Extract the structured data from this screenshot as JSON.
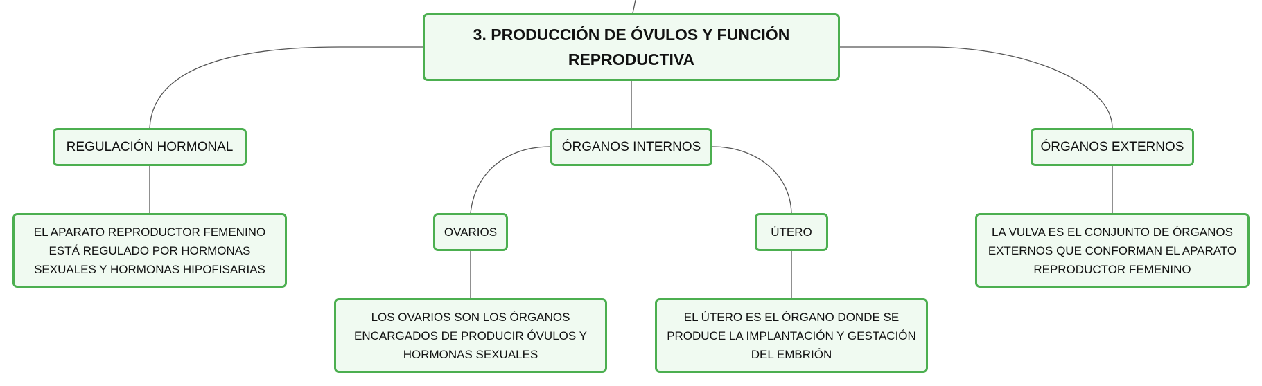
{
  "mindmap": {
    "root": {
      "title": "3. PRODUCCIÓN DE ÓVULOS Y FUNCIÓN REPRODUCTIVA"
    },
    "branches": {
      "hormonal": {
        "label": "REGULACIÓN HORMONAL",
        "description": "EL APARATO REPRODUCTOR FEMENINO ESTÁ REGULADO POR HORMONAS SEXUALES Y HORMONAS HIPOFISARIAS"
      },
      "internos": {
        "label": "ÓRGANOS INTERNOS",
        "children": {
          "ovarios": {
            "label": "OVARIOS",
            "description": "LOS OVARIOS SON LOS ÓRGANOS ENCARGADOS DE PRODUCIR ÓVULOS Y HORMONAS SEXUALES"
          },
          "utero": {
            "label": "ÚTERO",
            "description": "EL ÚTERO ES EL ÓRGANO DONDE SE PRODUCE LA IMPLANTACIÓN Y GESTACIÓN DEL EMBRIÓN"
          }
        }
      },
      "externos": {
        "label": "ÓRGANOS EXTERNOS",
        "description": "LA VULVA ES EL CONJUNTO DE ÓRGANOS EXTERNOS QUE CONFORMAN EL APARATO REPRODUCTOR FEMENINO"
      }
    }
  },
  "colors": {
    "node_border": "#4caf50",
    "node_fill": "#f0faf1",
    "connector": "#555555"
  }
}
